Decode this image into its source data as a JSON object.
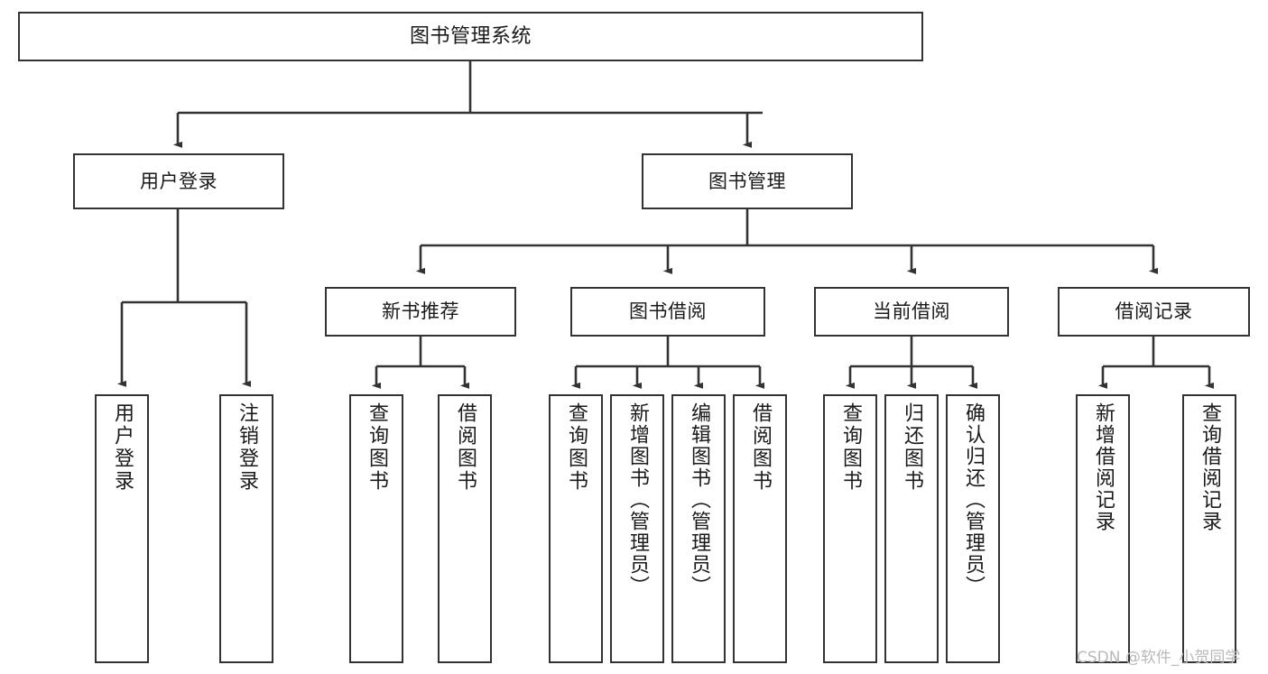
{
  "diagram": {
    "title": "图书管理系统",
    "type": "tree-hierarchy",
    "watermark": "CSDN @软件_小贺同学",
    "colors": {
      "box_border": "#333333",
      "box_fill": "#ffffff",
      "edge": "#333333",
      "text": "#1a1a1a",
      "watermark": "#b9b9b9"
    },
    "nodes": {
      "root": {
        "label": "图书管理系统"
      },
      "level2": [
        {
          "id": "user-login",
          "label": "用户登录"
        },
        {
          "id": "book-manage",
          "label": "图书管理"
        }
      ],
      "level3": [
        {
          "id": "new-book-recommend",
          "label": "新书推荐"
        },
        {
          "id": "book-borrow",
          "label": "图书借阅"
        },
        {
          "id": "current-borrow",
          "label": "当前借阅"
        },
        {
          "id": "borrow-record",
          "label": "借阅记录"
        }
      ],
      "leaves": {
        "user-login": [
          {
            "id": "leaf-user-login",
            "label": "用户登录"
          },
          {
            "id": "leaf-logout-login",
            "label": "注销登录"
          }
        ],
        "new-book-recommend": [
          {
            "id": "leaf-query-book-1",
            "label": "查询图书"
          },
          {
            "id": "leaf-borrow-book-1",
            "label": "借阅图书"
          }
        ],
        "book-borrow": [
          {
            "id": "leaf-query-book-2",
            "label": "查询图书"
          },
          {
            "id": "leaf-add-book",
            "label": "新增图书（管理员）"
          },
          {
            "id": "leaf-edit-book",
            "label": "编辑图书（管理员）"
          },
          {
            "id": "leaf-borrow-book-2",
            "label": "借阅图书"
          }
        ],
        "current-borrow": [
          {
            "id": "leaf-query-book-3",
            "label": "查询图书"
          },
          {
            "id": "leaf-return-book",
            "label": "归还图书"
          },
          {
            "id": "leaf-confirm-return",
            "label": "确认归还（管理员）"
          }
        ],
        "borrow-record": [
          {
            "id": "leaf-add-record",
            "label": "新增借阅记录"
          },
          {
            "id": "leaf-query-record",
            "label": "查询借阅记录"
          }
        ]
      }
    }
  }
}
